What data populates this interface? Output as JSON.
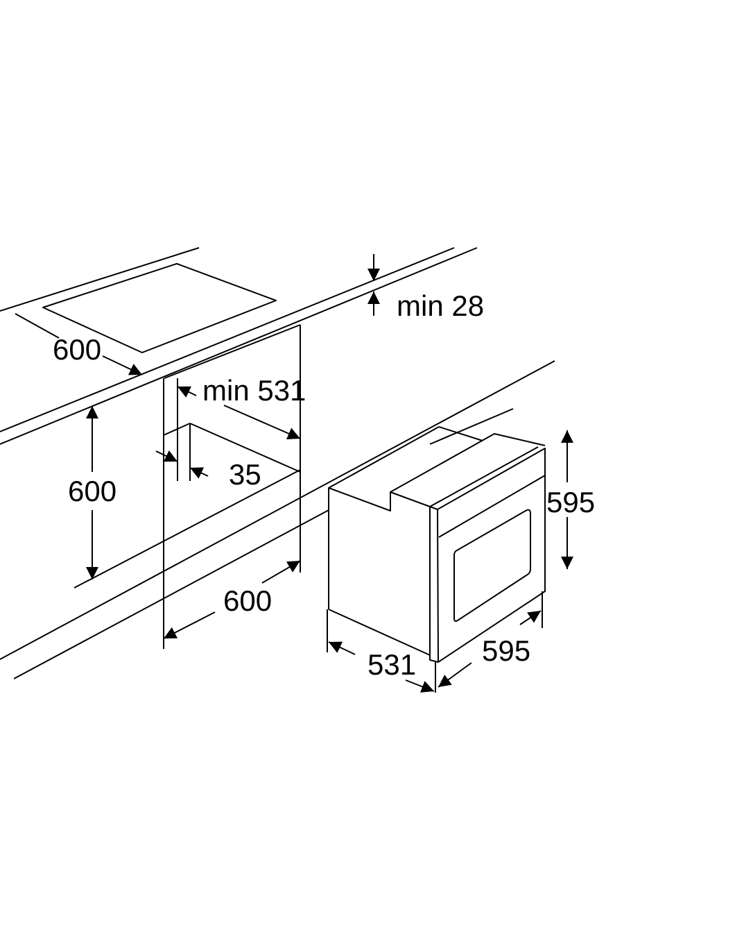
{
  "diagram": {
    "title": "Built-in oven installation dimensions",
    "line_color": "#000000",
    "background": "#ffffff",
    "labels": {
      "countertop_thickness": "min 28",
      "hob_depth": "600",
      "niche_depth": "min 531",
      "back_gap": "35",
      "niche_height": "600",
      "niche_width": "600",
      "oven_height": "595",
      "oven_depth": "531",
      "oven_width": "595"
    }
  }
}
